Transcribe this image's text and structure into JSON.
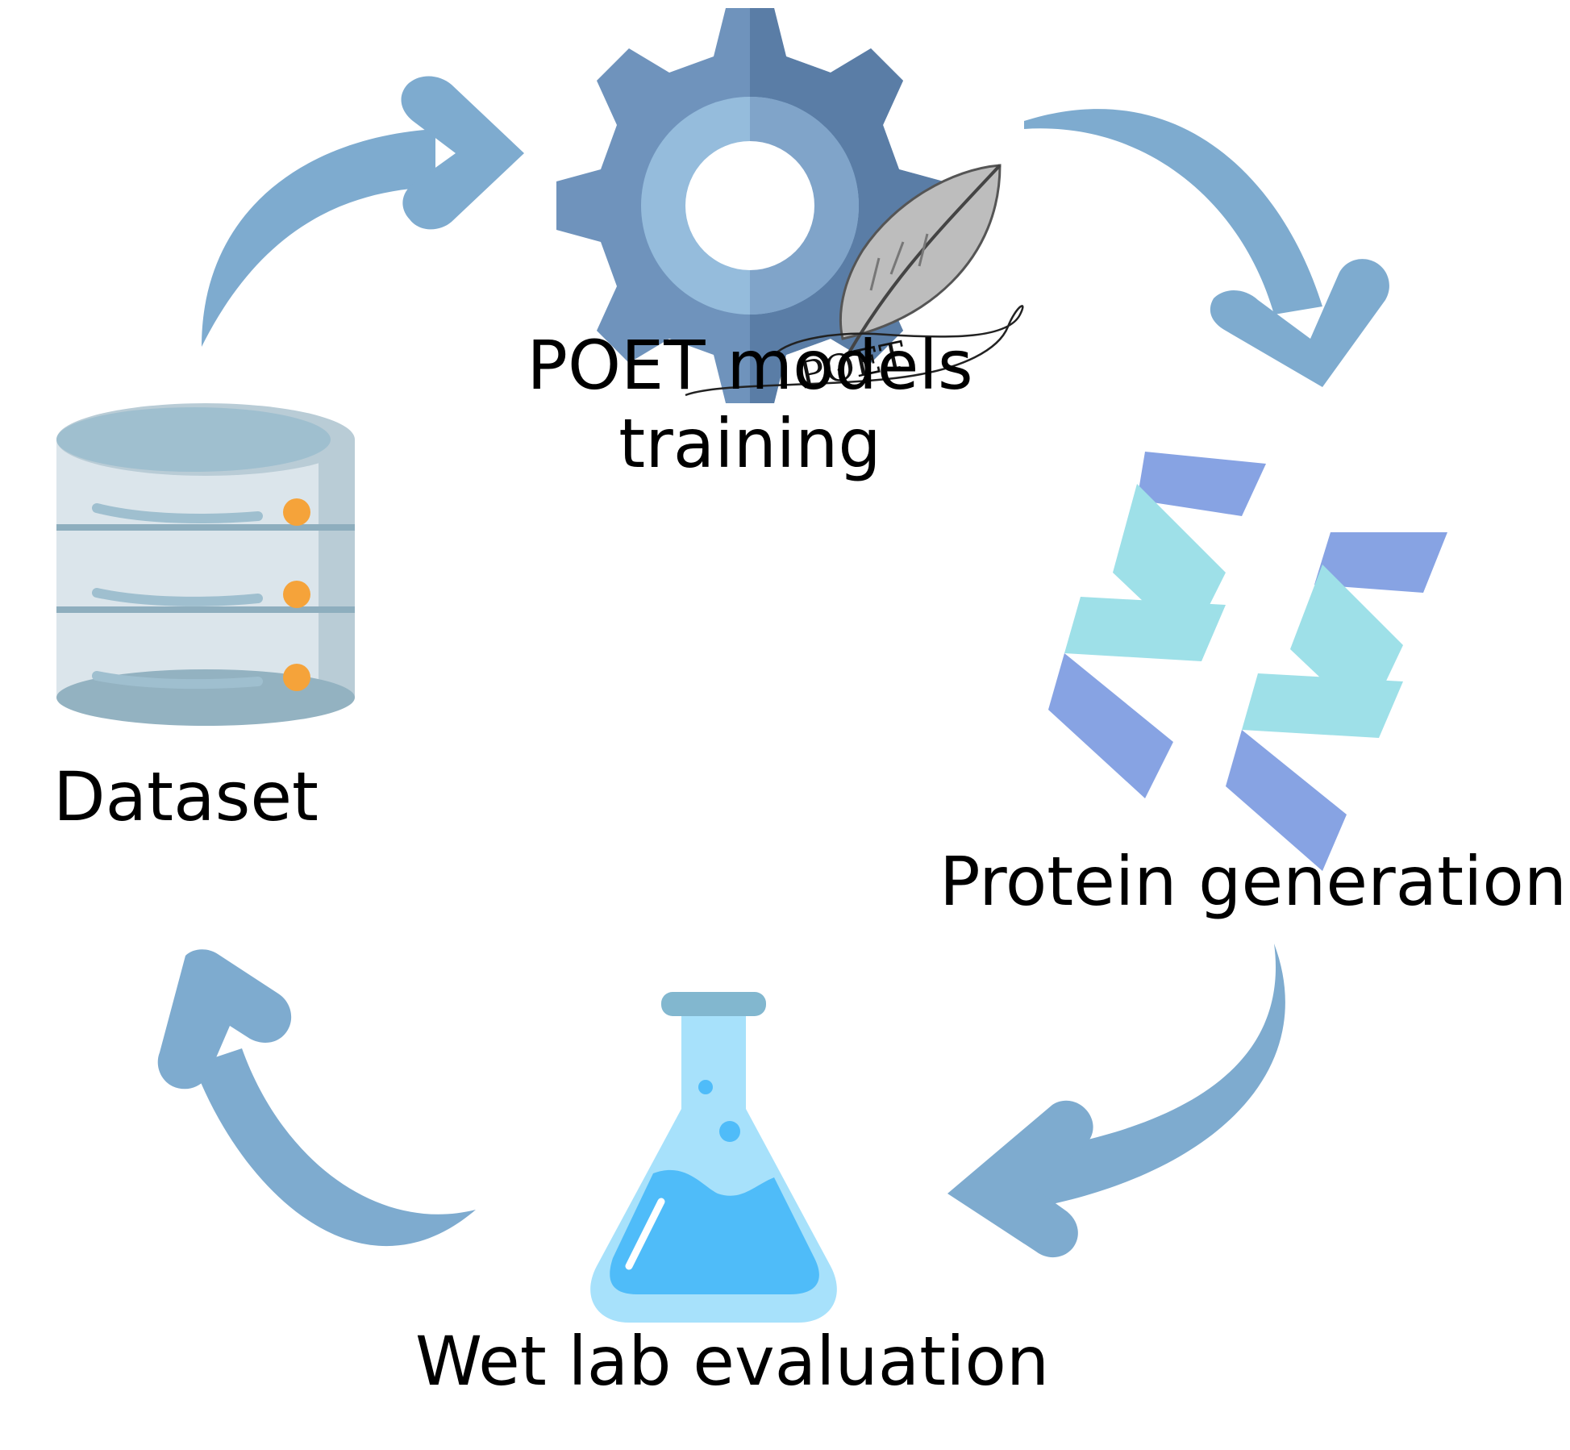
{
  "diagram": {
    "nodes": {
      "poet": {
        "label_line1": "POET models",
        "label_line2": "training",
        "icon": "gear-with-quill-icon",
        "logo_text": "POET"
      },
      "protein": {
        "label": "Protein generation",
        "icon": "protein-helix-icon"
      },
      "wetlab": {
        "label": "Wet lab evaluation",
        "icon": "flask-icon"
      },
      "dataset": {
        "label": "Dataset",
        "icon": "database-icon"
      }
    },
    "edges": [
      {
        "from": "dataset",
        "to": "poet"
      },
      {
        "from": "poet",
        "to": "protein"
      },
      {
        "from": "protein",
        "to": "wetlab"
      },
      {
        "from": "wetlab",
        "to": "dataset"
      }
    ],
    "colors": {
      "arrow": "#7eabcf",
      "gear_dark": "#5a7da6",
      "gear_light": "#6f93bc",
      "gear_inner_light": "#95bcdc",
      "gear_inner_dark": "#80a4c9",
      "helix_blue": "#87a3e3",
      "helix_cyan": "#9ee0e8",
      "flask_glass": "#a7e1fb",
      "flask_liquid": "#4fbcf9",
      "db_body": "#dbe5eb",
      "db_top": "#9fbfcf",
      "db_light": "#b9ccd6",
      "db_dot": "#f5a33a"
    }
  }
}
